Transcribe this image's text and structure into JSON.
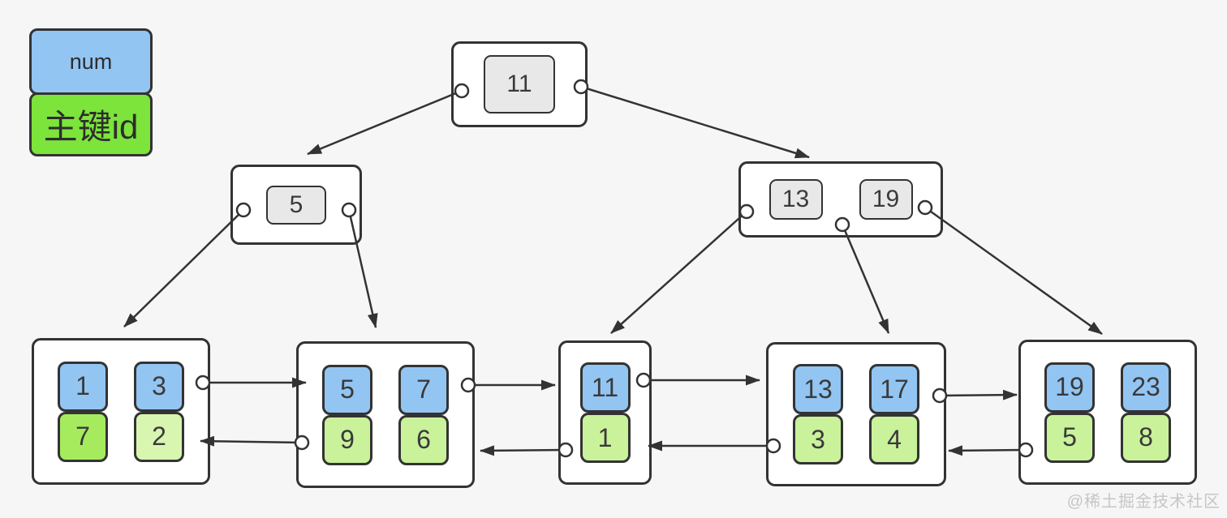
{
  "legend": {
    "num_label": "num",
    "id_label": "主键id"
  },
  "watermark": {
    "text": "@稀土掘金技术社区"
  },
  "colors": {
    "background": "#f6f6f6",
    "node_fill": "#ffffff",
    "stroke": "#333333",
    "key_fill": "#e8e8e8",
    "num_fill": "#93c5f3",
    "id_fill": "#c9f29b",
    "legend_num_fill": "#93c5f3",
    "legend_id_fill": "#7ce43a",
    "text": "#3a3a3a",
    "watermark": "#c6c6c6"
  },
  "tree": {
    "root": {
      "keys": [
        "11"
      ]
    },
    "internals": [
      {
        "keys": [
          "5"
        ]
      },
      {
        "keys": [
          "13",
          "19"
        ]
      }
    ],
    "leaves": [
      {
        "entries": [
          {
            "num": "1",
            "id": "7",
            "id_fill": "#a6eb5e"
          },
          {
            "num": "3",
            "id": "2",
            "id_fill": "#d9f6b1"
          }
        ]
      },
      {
        "entries": [
          {
            "num": "5",
            "id": "9"
          },
          {
            "num": "7",
            "id": "6"
          }
        ]
      },
      {
        "entries": [
          {
            "num": "11",
            "id": "1"
          }
        ]
      },
      {
        "entries": [
          {
            "num": "13",
            "id": "3"
          },
          {
            "num": "17",
            "id": "4"
          }
        ]
      },
      {
        "entries": [
          {
            "num": "19",
            "id": "5"
          },
          {
            "num": "23",
            "id": "8"
          }
        ]
      }
    ]
  }
}
